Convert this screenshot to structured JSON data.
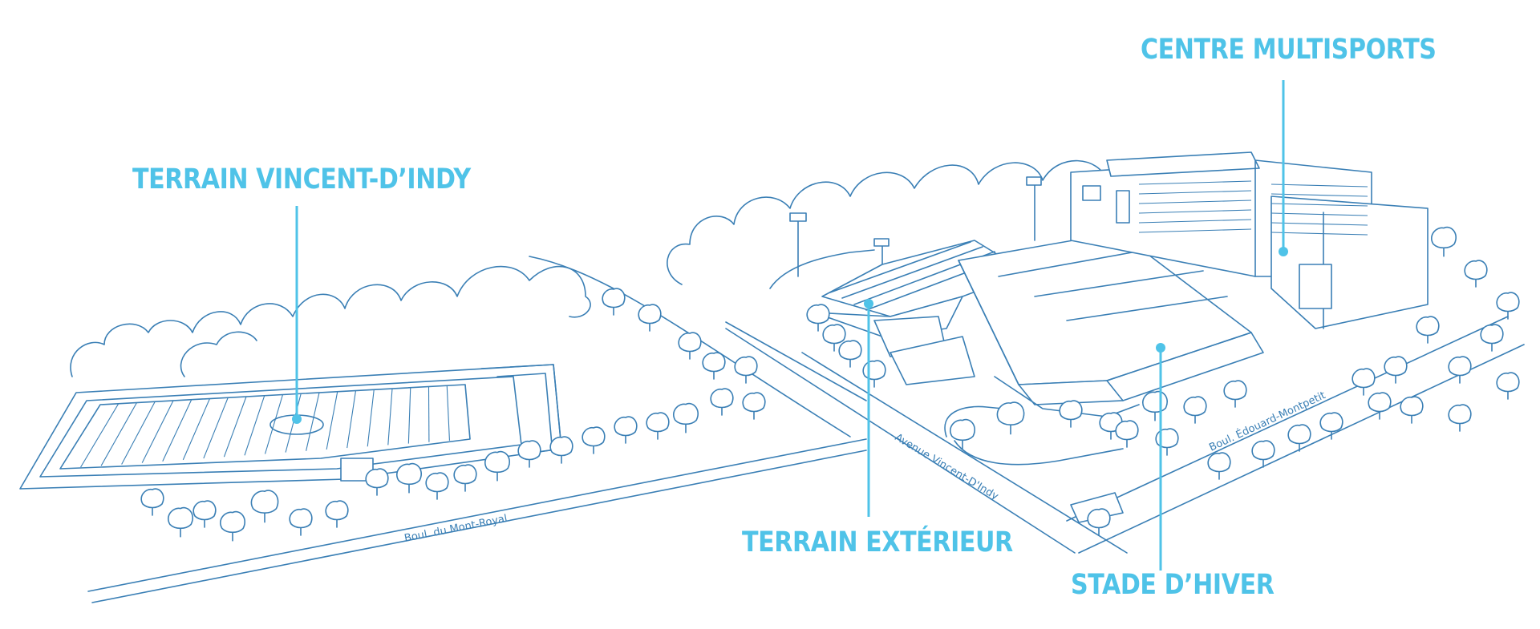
{
  "labels": {
    "centre_multisports": "CENTRE MULTISPORTS",
    "terrain_vincent_dindy": "TERRAIN VINCENT-D’INDY",
    "terrain_exterieur": "TERRAIN EXTÉRIEUR",
    "stade_hiver": "STADE D’HIVER"
  },
  "streets": {
    "mont_royal": "Boul. du Mont-Royal",
    "vincent_dindy": "Avenue Vincent-D'Indy",
    "edouard_montpetit": "Boul. Édouard-Montpetit"
  },
  "colors": {
    "label": "#4fc3e8",
    "line_art": "#3a7fb5",
    "background": "#ffffff"
  }
}
